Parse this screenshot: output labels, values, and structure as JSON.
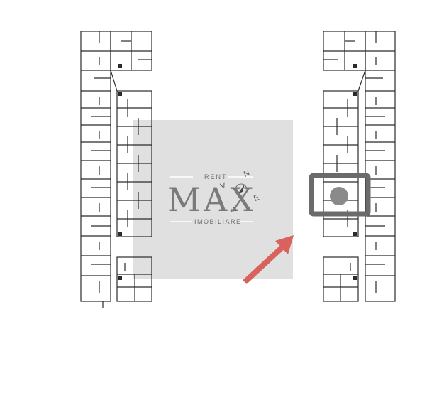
{
  "watermark": {
    "top_text": "RENT",
    "brand": "MAX",
    "bottom_text": "IMOBILIARE",
    "compass": {
      "n": "N",
      "e": "E",
      "s": "S",
      "v": "V"
    },
    "panel_color": "#e0e0e0"
  },
  "highlight": {
    "frame_color": "#6b6b6b",
    "marker_color": "#8a8a8a"
  },
  "arrow": {
    "color": "#d9625f"
  },
  "plan": {
    "line_color": "#2b2b2b"
  }
}
